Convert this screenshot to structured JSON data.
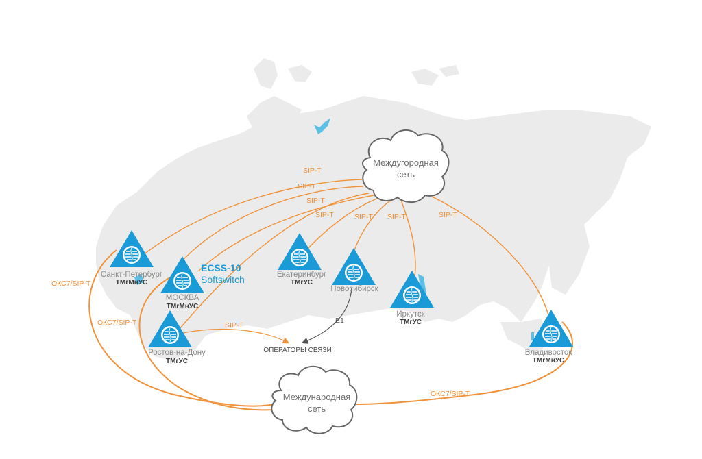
{
  "colors": {
    "land": "#ebebeb",
    "water": "#5bbfe6",
    "node_blue": "#1a9ad6",
    "link_orange": "#f0923a",
    "link_dark": "#555555",
    "cloud_stroke": "#666666"
  },
  "clouds": {
    "longdistance": {
      "line1": "Междугородная",
      "line2": "сеть",
      "icon": "cloud-icon"
    },
    "international": {
      "line1": "Международная",
      "line2": "сеть",
      "icon": "cloud-icon"
    }
  },
  "nodes": {
    "spb": {
      "city": "Санкт-Петербург",
      "class": "ТМгМнУС",
      "icon": "ecss-node-icon"
    },
    "moscow": {
      "city": "МОСКВА",
      "class": "ТМгМнУС",
      "icon": "ecss-node-icon",
      "product_line1": "ECSS-10",
      "product_line2": "Softswitch"
    },
    "rostov": {
      "city": "Ростов-на-Дону",
      "class": "ТМгУС",
      "icon": "ecss-node-icon"
    },
    "ekb": {
      "city": "Екатеринбург",
      "class": "ТМгУС",
      "icon": "ecss-node-icon"
    },
    "nsk": {
      "city": "Новосибирск",
      "class": "",
      "icon": "ecss-node-icon"
    },
    "irkutsk": {
      "city": "Иркутск",
      "class": "ТМгУС",
      "icon": "ecss-node-icon"
    },
    "vladivostok": {
      "city": "Владивосток",
      "class": "ТМгМнУС",
      "icon": "ecss-node-icon"
    }
  },
  "operators": {
    "label": "ОПЕРАТОРЫ СВЯЗИ"
  },
  "links": {
    "spb_ld": "SIP-T",
    "moscow_ld": "SIP-T",
    "rostov_ld": "SIP-T",
    "ekb_ld": "SIP-T",
    "nsk_ld": "SIP-T",
    "irkutsk_ld": "SIP-T",
    "vladivostok_ld": "SIP-T",
    "spb_intl": "ОКС7/SIP-T",
    "moscow_intl": "ОКС7/SIP-T",
    "vladivostok_intl": "ОКС7/SIP-T",
    "rostov_ops": "SIP-T",
    "nsk_ops": "E1"
  }
}
